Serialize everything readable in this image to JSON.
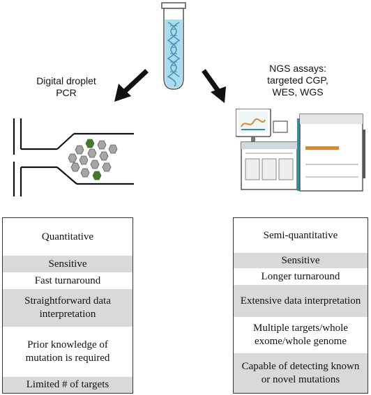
{
  "left_method": {
    "title": "Digital droplet\nPCR",
    "rows": [
      "Quantitative",
      "Sensitive",
      "Fast turnaround",
      "Straightforward data\ninterpretation",
      "Prior knowledge of\nmutation is required",
      "Limited # of targets"
    ]
  },
  "right_method": {
    "title": "NGS assays:\ntargeted CGP,\nWES, WGS",
    "rows": [
      "Semi-quantitative",
      "Sensitive",
      "Longer turnaround",
      "Extensive data interpretation",
      "Multiple targets/whole\nexome/whole genome",
      "Capable of detecting known\nor novel mutations"
    ]
  },
  "colors": {
    "tube_liquid": "#a9dcef",
    "tube_dna": "#5aa3bf",
    "droplet_gray": "#a6a6a6",
    "droplet_green": "#3f7d1f",
    "ngs_accent": "#2f8fa8",
    "row_gray": "#d9d9d9"
  },
  "icons": [
    "test-tube-icon",
    "arrow-icon",
    "droplet-chip-icon",
    "sequencer-icon"
  ]
}
